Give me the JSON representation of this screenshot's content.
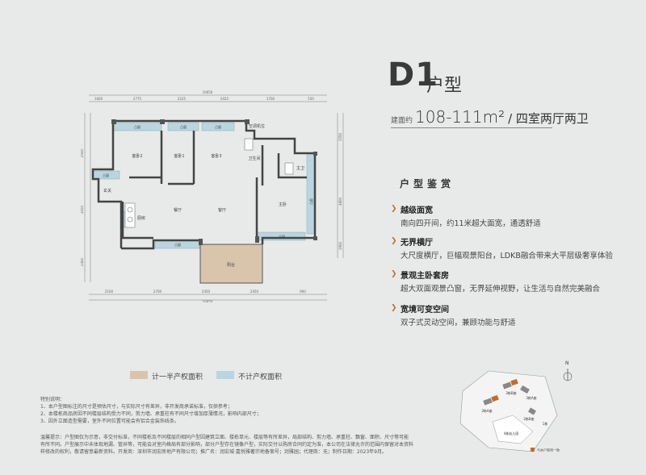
{
  "title": {
    "code": "D1",
    "suffix": "户型"
  },
  "area": {
    "label": "建面约",
    "value": "108-111m²",
    "type": "/ 四室两厅两卫"
  },
  "features_title": "户型鉴赏",
  "features": [
    {
      "heading": "越级面宽",
      "desc": "南向四开间，约11米超大面宽，通透舒适"
    },
    {
      "heading": "无界横厅",
      "desc": "大尺度横厅，巨幅观景阳台，LDKB融合带来大平层级奢享体验"
    },
    {
      "heading": "景观主卧套房",
      "desc": "超大双面观景凸窗，无界延伸视野，让生活与自然完美融合"
    },
    {
      "heading": "宽境可变空间",
      "desc": "双子式灵动空间，兼顾功能与舒适"
    }
  ],
  "legend": {
    "half_area": "计一半产权面积",
    "no_area": "不计产权面积",
    "half_color": "#d8c5ac",
    "no_color": "#b9d6e0"
  },
  "plan": {
    "rooms": {
      "bed2": "客卧2",
      "bed1": "客卧1",
      "bed3": "客卧3",
      "master": "主卧",
      "bath1": "卫生间",
      "bath2": "主卫",
      "kitchen": "厨房",
      "living": "客厅",
      "dining": "餐厅",
      "balcony": "阳台",
      "entry": "玄关",
      "ac": "空调机位"
    },
    "window_label": "凸窗",
    "top_dims": [
      "1600",
      "2775",
      "2225",
      "2025",
      "1700",
      "550"
    ],
    "top_total": "10650",
    "bottom_dims": [
      "2100",
      "2700",
      "2450",
      "2450",
      "900"
    ],
    "bottom_total": "10650",
    "left_dims": [
      "2500",
      "3050",
      "2400"
    ],
    "right_dims": [
      "1550",
      "4800",
      "1900"
    ]
  },
  "notes": {
    "title": "特别说明：",
    "lines": [
      "1、本户型图标注的尺寸是预估尺寸，与实际尺寸有差异，非开发商承诺标准，仅供参考；",
      "2、本楼栋商品房因不同楼层结构受力不同，剪力墙、承重柱有不同尺寸增加厚薄情况，影响内部尺寸；",
      "3、因外立面造型需要，室外不同位置可能会有铝合金装饰线条。"
    ],
    "tip": [
      "温馨提示：户型图仅为示意，非交付标准，不同楼栋及不同楼层的相同户型因建筑立面、楼栋单元、楼层等有所差异，局部结构、剪力墙、承重柱、飘窗、面积、尺寸等可能",
      "有所不同。户型展示中未体现地漏、管井等，可能会对室内格局有部分影响，部分户型存在镜像户型，实际交付以购房合同约定为准，本公司在法律允许的范围内保留对本资料",
      "样修改的权利，敬请留意最新资料。开发商：深圳市润宏房地产有限公司；推广名：润宏城·嘉悦雅著宗地备案号；润雅园；代理商：无；制作日期：2023年9月。"
    ]
  },
  "map": {
    "blocks": [
      "3栋B座",
      "3栋A座",
      "2栋A座",
      "2栋B座",
      "1栋",
      "4栋幼儿园"
    ],
    "legend": "与本户型同一致",
    "highlight_color": "#c86a2a"
  },
  "compass": "N"
}
